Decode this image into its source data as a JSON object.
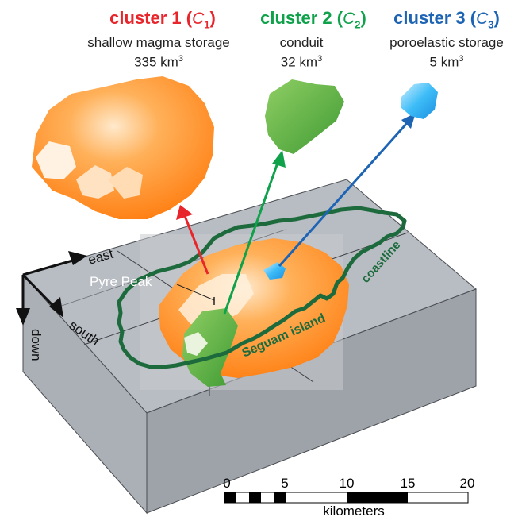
{
  "clusters": [
    {
      "title": "cluster 1",
      "sym": "C",
      "sub": "1",
      "desc": "shallow magma storage",
      "volume": "335 km",
      "unit_exp": "3",
      "color": "#e8252b"
    },
    {
      "title": "cluster 2",
      "sym": "C",
      "sub": "2",
      "desc": "conduit",
      "volume": "32 km",
      "unit_exp": "3",
      "color": "#0fa24b"
    },
    {
      "title": "cluster 3",
      "sym": "C",
      "sub": "3",
      "desc": "poroelastic storage",
      "volume": "5 km",
      "unit_exp": "3",
      "color": "#1e64b4"
    }
  ],
  "axes": {
    "east": "east",
    "south": "south",
    "down": "down"
  },
  "map": {
    "peak": "Pyre Peak",
    "island": "Seguam island",
    "coastline": "coastline"
  },
  "scale": {
    "ticks": [
      "0",
      "5",
      "10",
      "15",
      "20"
    ],
    "unit": "kilometers"
  },
  "colors": {
    "box_top": "#b7bcc2",
    "box_front": "#a8adb3",
    "box_side": "#9aa0a6",
    "coast": "#1d6b3d",
    "orange": "#ff8a1e",
    "green": "#6db33f",
    "blue": "#33b6f5"
  }
}
